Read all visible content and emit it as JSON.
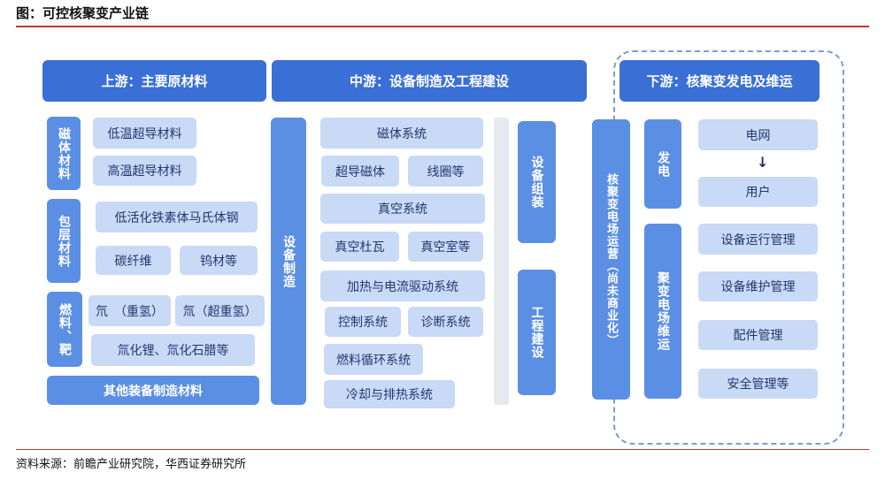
{
  "title": "图：可控核聚变产业链",
  "source": "资料来源：前瞻产业研究院，华西证券研究所",
  "upstream": {
    "header": "上游：主要原材料",
    "magnet": {
      "label": "磁体材料",
      "items": [
        "低温超导材料",
        "高温超导材料"
      ]
    },
    "blanket": {
      "label": "包层材料",
      "items": [
        "低活化铁素体马氏体钢",
        "碳纤维",
        "钨材等"
      ]
    },
    "fuel": {
      "label": "燃料、靶",
      "items": [
        "氘　（重氢）",
        "氚（超重氢）",
        "氚化锂、氚化石腊等"
      ]
    },
    "other": "其他装备制造材料"
  },
  "midstream": {
    "header": "中游：设备制造及工程建设",
    "manufacture": "设备制造",
    "items": [
      "磁体系统",
      "超导磁体",
      "线圈等",
      "真空系统",
      "真空杜瓦",
      "真空室等",
      "加热与电流驱动系统",
      "控制系统",
      "诊断系统",
      "燃料循环系统",
      "冷却与排热系统"
    ],
    "assembly": "设备组装",
    "construction": "工程建设",
    "operation": "核聚变电场运营（尚未商业化）"
  },
  "downstream": {
    "header": "下游：核聚变发电及维运",
    "power": "发电",
    "maintenance": "聚变电场维运",
    "items": [
      "电网",
      "用户",
      "设备运行管理",
      "设备维护管理",
      "配件管理",
      "安全管理等"
    ],
    "arrow": "↓"
  }
}
